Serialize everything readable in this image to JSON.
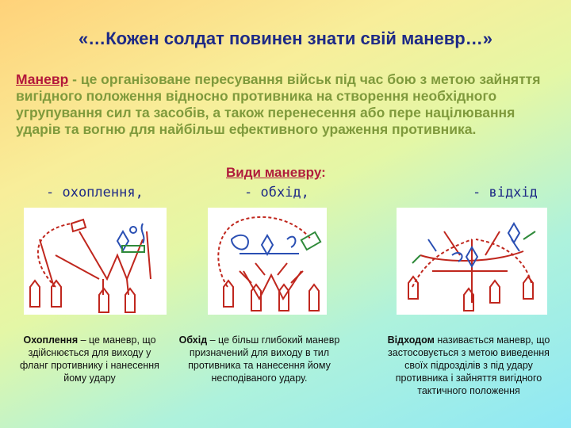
{
  "title": "«…Кожен солдат повинен знати свій маневр…»",
  "definition": {
    "term": "Маневр",
    "text": " - це організоване пересування військ під час бою з метою зайняття вигідного положення відносно противника на створення необхідного угрупування сил та засобів, а також перенесення або пере націлювання ударів та вогню для найбільш ефективного ураження противника."
  },
  "types_heading": {
    "underlined": "Види маневру",
    "suffix": ":"
  },
  "types": [
    "- охоплення,",
    "- обхід,",
    "- відхід"
  ],
  "captions": [
    {
      "term": "Охоплення",
      "text": " – це маневр, що здійснюється для виходу у фланг противнику і нанесення йому удару"
    },
    {
      "term": "Обхід",
      "text": " – це більш глибокий маневр призначений для виходу в тил противника та нанесення йому несподіваного удару."
    },
    {
      "term": "Відходом",
      "text": " називається маневр, що застосовується з метою виведення своїх підрозділів з під удару противника і  зайняття вигідного тактичного положення"
    }
  ],
  "colors": {
    "title": "#1e2a86",
    "term": "#b3183b",
    "definition": "#7f9a3c",
    "diagram_red": "#c0271e",
    "diagram_blue": "#2a4fb3",
    "diagram_green": "#2f8a3a"
  },
  "diagrams": [
    "envelopment-diagram",
    "bypass-diagram",
    "withdrawal-diagram"
  ]
}
